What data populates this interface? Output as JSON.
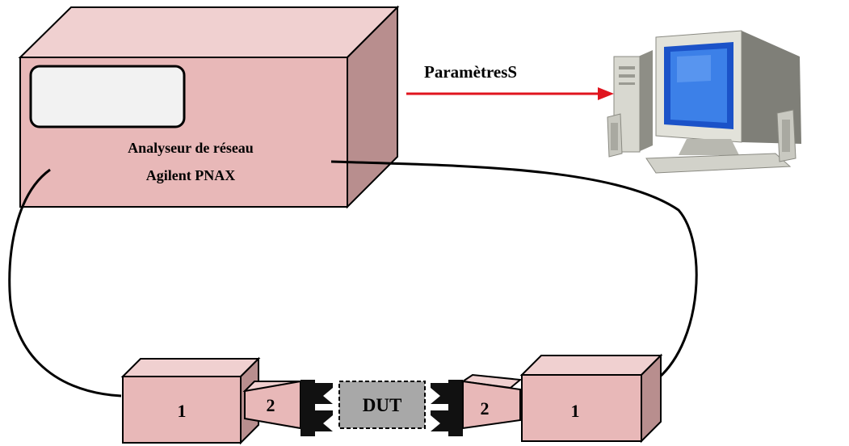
{
  "analyzer": {
    "line1": "Analyseur de réseau",
    "line2": "Agilent PNAX"
  },
  "output_label": "ParamètresS",
  "module_left": {
    "front_label": "1",
    "taper_label": "2"
  },
  "module_right": {
    "front_label": "1",
    "taper_label": "2"
  },
  "dut_label": "DUT",
  "icons": {
    "computer": "desktop-computer-icon"
  },
  "colors": {
    "box_front": "#E8B8B8",
    "box_top": "#F0D0D0",
    "box_side": "#B88E8E",
    "screen": "#F2F2F2",
    "arrow": "#E0141E",
    "dut_fill": "#A8A8A8",
    "connector": "#111111"
  }
}
